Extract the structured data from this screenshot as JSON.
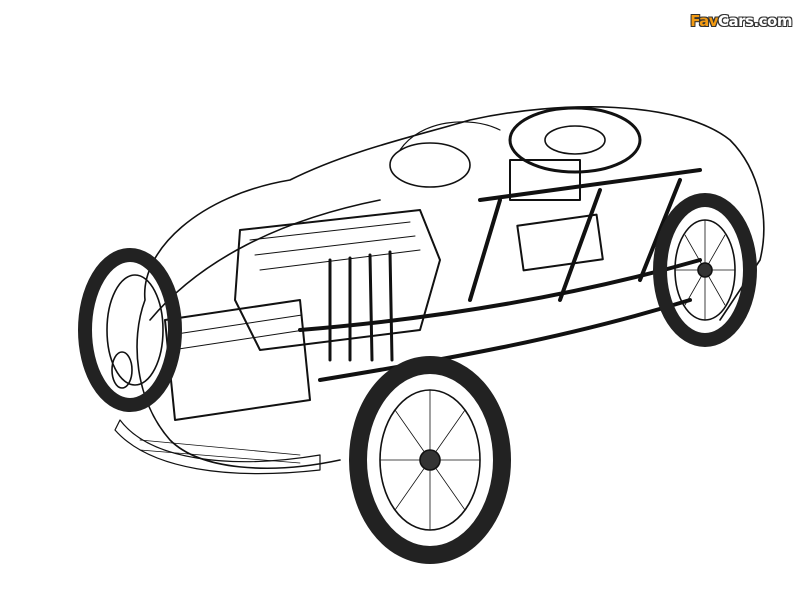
{
  "image": {
    "subject": "cutaway-illustration",
    "watermark": {
      "part1": "Fav",
      "part2": "Cars.com",
      "colors": {
        "part1": "#f29a12",
        "part2": "#ffffff"
      }
    }
  }
}
